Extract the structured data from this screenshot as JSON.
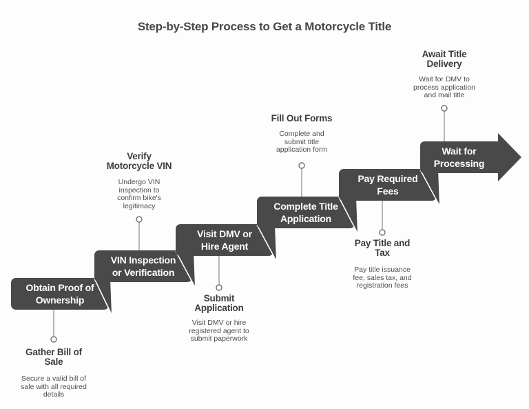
{
  "title": "Step-by-Step Process to Get a Motorcycle Title",
  "colors": {
    "banner": "#494949",
    "banner_text": "#ffffff",
    "heading_text": "#3c3c3c",
    "description_text": "#4d4d4d",
    "connector": "#8f8f8f",
    "background": "#fdfdfd"
  },
  "steps": [
    {
      "label": "Obtain Proof of\nOwnership",
      "callout": {
        "position": "below",
        "heading": "Gather Bill of\nSale",
        "description": "Secure a valid bill of\nsale with all required\ndetails"
      }
    },
    {
      "label": "VIN Inspection\nor Verification",
      "callout": {
        "position": "above",
        "heading": "Verify\nMotorcycle VIN",
        "description": "Undergo VIN\ninspection to\nconfirm bike's\nlegitimacy"
      }
    },
    {
      "label": "Visit DMV or\nHire Agent",
      "callout": {
        "position": "below",
        "heading": "Submit\nApplication",
        "description": "Visit DMV or hire\nregistered agent to\nsubmit paperwork"
      }
    },
    {
      "label": "Complete Title\nApplication",
      "callout": {
        "position": "above",
        "heading": "Fill Out Forms",
        "description": "Complete and\nsubmit title\napplication form"
      }
    },
    {
      "label": "Pay Required\nFees",
      "callout": {
        "position": "below",
        "heading": "Pay Title and\nTax",
        "description": "Pay title issuance\nfee, sales tax, and\nregistration fees"
      }
    },
    {
      "label": "Wait for\nProcessing",
      "callout": {
        "position": "above",
        "heading": "Await Title\nDelivery",
        "description": "Wait for DMV to\nprocess application\nand mail title"
      }
    }
  ]
}
